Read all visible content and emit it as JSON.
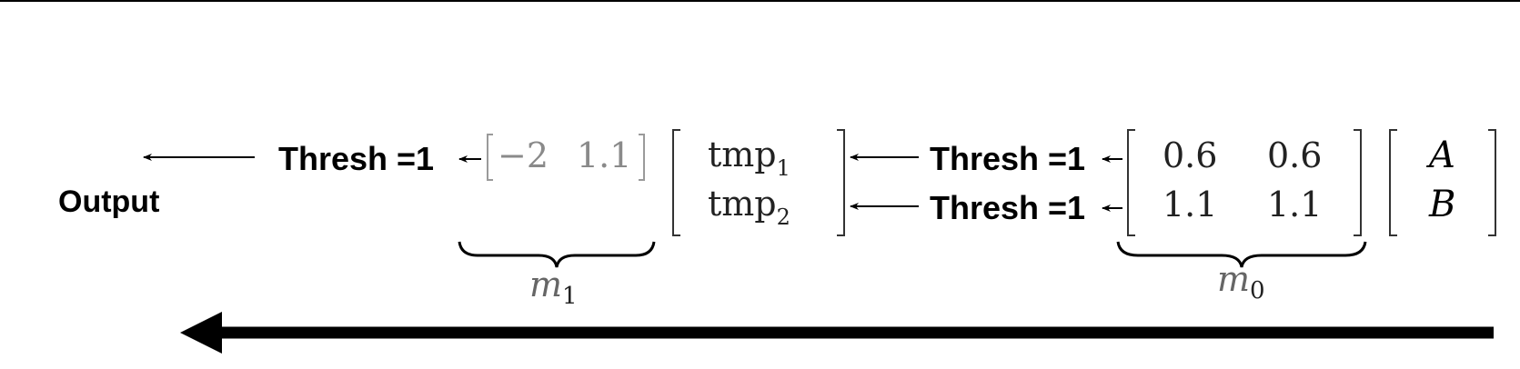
{
  "output_label": "Output",
  "thresh_label": "Thresh =1",
  "m1": {
    "values": [
      "−2",
      "1.1"
    ],
    "name_base": "m",
    "name_sub": "1"
  },
  "tmp": {
    "base": "tmp",
    "subs": [
      "1",
      "2"
    ]
  },
  "m0": {
    "rows": [
      [
        "0.6",
        "0.6"
      ],
      [
        "1.1",
        "1.1"
      ]
    ],
    "name_base": "m",
    "name_sub": "0"
  },
  "inputs": [
    "A",
    "B"
  ]
}
